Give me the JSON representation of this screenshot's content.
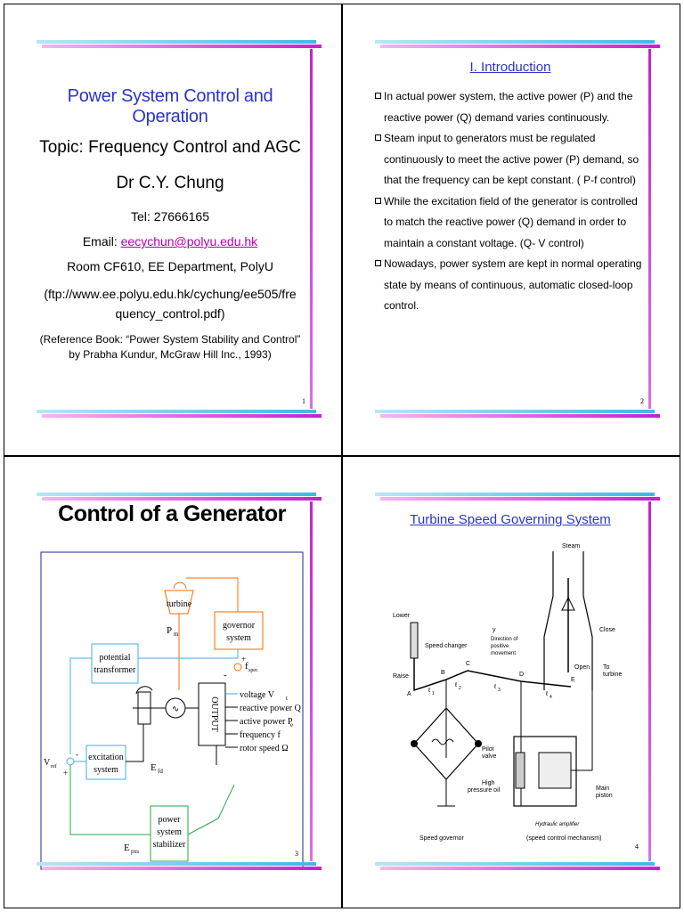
{
  "slide1": {
    "title": "Power System Control and Operation",
    "topic": "Topic: Frequency Control and AGC",
    "name": "Dr C.Y. Chung",
    "tel": "Tel: 27666165",
    "email_label": "Email: ",
    "email": "eecychun@polyu.edu.hk",
    "room": "Room CF610, EE Department, PolyU",
    "ftp_line1": "(ftp://www.ee.polyu.edu.hk/cychung/ee505/fre",
    "ftp_line2": "quency_control.pdf)",
    "ref_line1": "(Reference Book: “Power System Stability and Control”",
    "ref_line2": "by Prabha Kundur, McGraw Hill Inc., 1993)",
    "page": "1"
  },
  "slide2": {
    "title": "I. Introduction",
    "bullets": [
      "In actual power system, the active power (P) and the reactive power (Q) demand varies continuously.",
      "Steam input to generators must be regulated continuously to meet the active power (P) demand, so that the frequency can be kept constant. ( P-f control)",
      "While the excitation field of the generator is controlled to match the reactive power (Q) demand in order to maintain a constant voltage. (Q- V control)",
      "Nowadays, power system are kept in normal operating state by means of continuous, automatic closed-loop control."
    ],
    "page": "2"
  },
  "slide3": {
    "title": "Control of a Generator",
    "labels": {
      "turbine": "turbine",
      "governor1": "governor",
      "governor2": "system",
      "pm": "P",
      "pm_sub": "m",
      "pt1": "potential",
      "pt2": "transformer",
      "fspec": "f",
      "fspec_sub": "spec",
      "plus": "+",
      "minus": "-",
      "output": "OUTPUT",
      "voltage": "voltage V",
      "voltage_sub": "t",
      "reactive": "reactive power Q",
      "active": "active power P",
      "active_sub": "e",
      "frequency": "frequency f",
      "rotor": "rotor speed Ω",
      "vref": "V",
      "vref_sub": "ref",
      "exc1": "excitation",
      "exc2": "system",
      "efd": "E",
      "efd_sub": "fd",
      "pss1": "power",
      "pss2": "system",
      "pss3": "stabilizer",
      "epss": "E",
      "epss_sub": "pss"
    },
    "page": "3"
  },
  "slide4": {
    "title": "Turbine Speed Governing System",
    "labels": {
      "steam": "Steam",
      "lower": "Lower",
      "speed_changer": "Speed changer",
      "raise": "Raise",
      "y": "y",
      "direction1": "Direction of",
      "direction2": "positive",
      "direction3": "movement",
      "close": "Close",
      "open": "Open",
      "to_turbine1": "To",
      "to_turbine2": "turbine",
      "a": "A",
      "b": "B",
      "c": "C",
      "d": "D",
      "e": "E",
      "l1": "ℓ",
      "l1_sub": "1",
      "l2": "ℓ",
      "l2_sub": "2",
      "l3": "ℓ",
      "l3_sub": "3",
      "l4": "ℓ",
      "l4_sub": "4",
      "pilot1": "Pilot",
      "pilot2": "valve",
      "high1": "High",
      "high2": "pressure oil",
      "main1": "Main",
      "main2": "piston",
      "hydraulic1": "Hydraulic amplifier",
      "hydraulic2": "(speed control mechanism)",
      "speed_governor": "Speed governor"
    },
    "page": "4"
  }
}
